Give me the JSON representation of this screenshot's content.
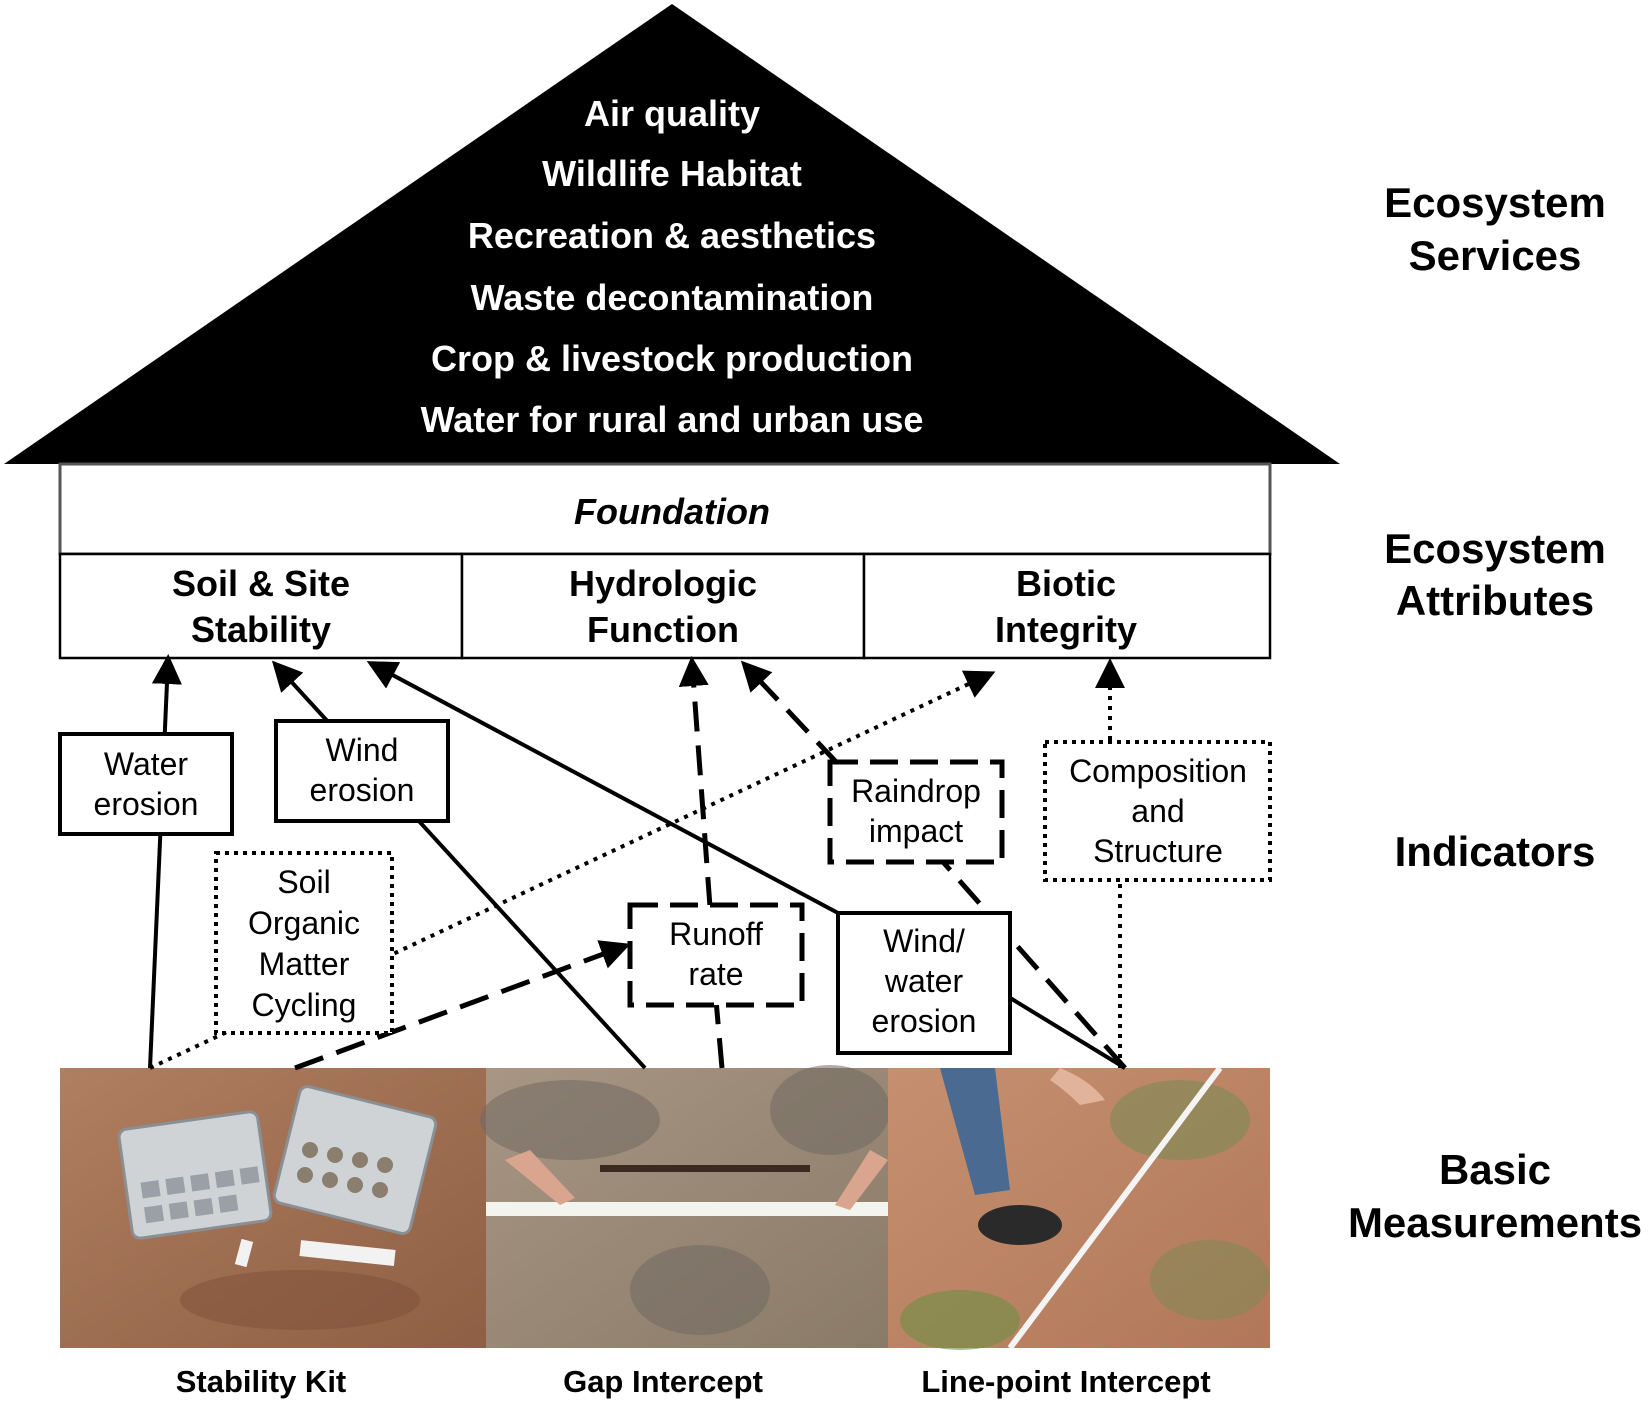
{
  "services": [
    "Air quality",
    "Wildlife Habitat",
    "Recreation & aesthetics",
    "Waste decontamination",
    "Crop & livestock production",
    "Water for rural and urban use"
  ],
  "foundation": "Foundation",
  "attributes": [
    {
      "line1": "Soil & Site",
      "line2": "Stability"
    },
    {
      "line1": "Hydrologic",
      "line2": "Function"
    },
    {
      "line1": "Biotic",
      "line2": "Integrity"
    }
  ],
  "levels": {
    "services": {
      "line1": "Ecosystem",
      "line2": "Services"
    },
    "attributes": {
      "line1": "Ecosystem",
      "line2": "Attributes"
    },
    "indicators": {
      "line1": "Indicators"
    },
    "measurements": {
      "line1": "Basic",
      "line2": "Measurements"
    }
  },
  "indicators": {
    "water_erosion": [
      "Water",
      "erosion"
    ],
    "wind_erosion": [
      "Wind",
      "erosion"
    ],
    "soil_organic": [
      "Soil",
      "Organic",
      "Matter",
      "Cycling"
    ],
    "raindrop": [
      "Raindrop",
      "impact"
    ],
    "composition": [
      "Composition",
      "and",
      "Structure"
    ],
    "runoff": [
      "Runoff",
      "rate"
    ],
    "wind_water": [
      "Wind/",
      "water",
      "erosion"
    ]
  },
  "measurements": [
    "Stability Kit",
    "Gap Intercept",
    "Line-point Intercept"
  ],
  "colors": {
    "roof": "#000000",
    "photo_soil": "#a8765a",
    "photo_gap": "#9a8a78",
    "photo_lpi": "#b88460"
  }
}
